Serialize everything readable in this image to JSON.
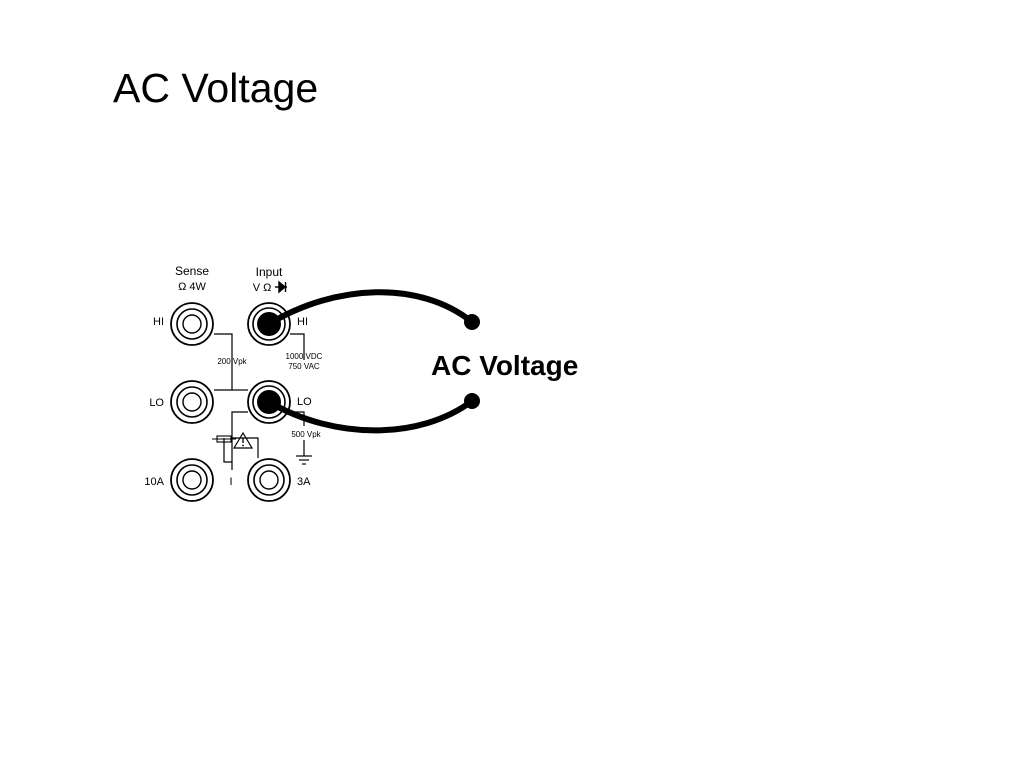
{
  "slide": {
    "title": "AC Voltage"
  },
  "panel": {
    "sense_label": "Sense",
    "sense_sub": "Ω 4W",
    "input_label": "Input",
    "input_sub": "V Ω",
    "hi_left": "HI",
    "hi_right": "HI",
    "lo_left": "LO",
    "lo_right": "LO",
    "sense_rating": "200 Vpk",
    "input_rating_1": "1000 VDC",
    "input_rating_2": "750 VAC",
    "lo_rating": "500 Vpk",
    "terminal_10a": "10A",
    "terminal_3a": "3A",
    "current_label": "I"
  },
  "callout": {
    "label": "AC Voltage"
  }
}
